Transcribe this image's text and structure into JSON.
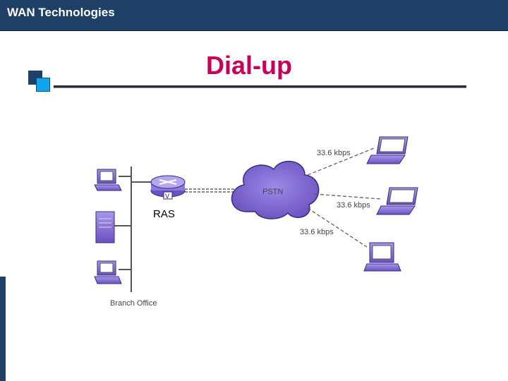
{
  "header": {
    "title": "WAN Technologies"
  },
  "slide": {
    "title": "Dial-up"
  },
  "diagram": {
    "branch_label": "Branch Office",
    "router_label": "RAS",
    "cloud_label": "PSTN",
    "links": [
      {
        "speed": "33.6 kbps",
        "endpoint": "laptop"
      },
      {
        "speed": "33.6 kbps",
        "endpoint": "laptop"
      },
      {
        "speed": "33.6 kbps",
        "endpoint": "desktop"
      }
    ],
    "colors": {
      "header_bg": "#1e3f66",
      "title": "#c8005a",
      "device_purple": "#7b63c9",
      "cloud": "#7b63c9"
    }
  }
}
